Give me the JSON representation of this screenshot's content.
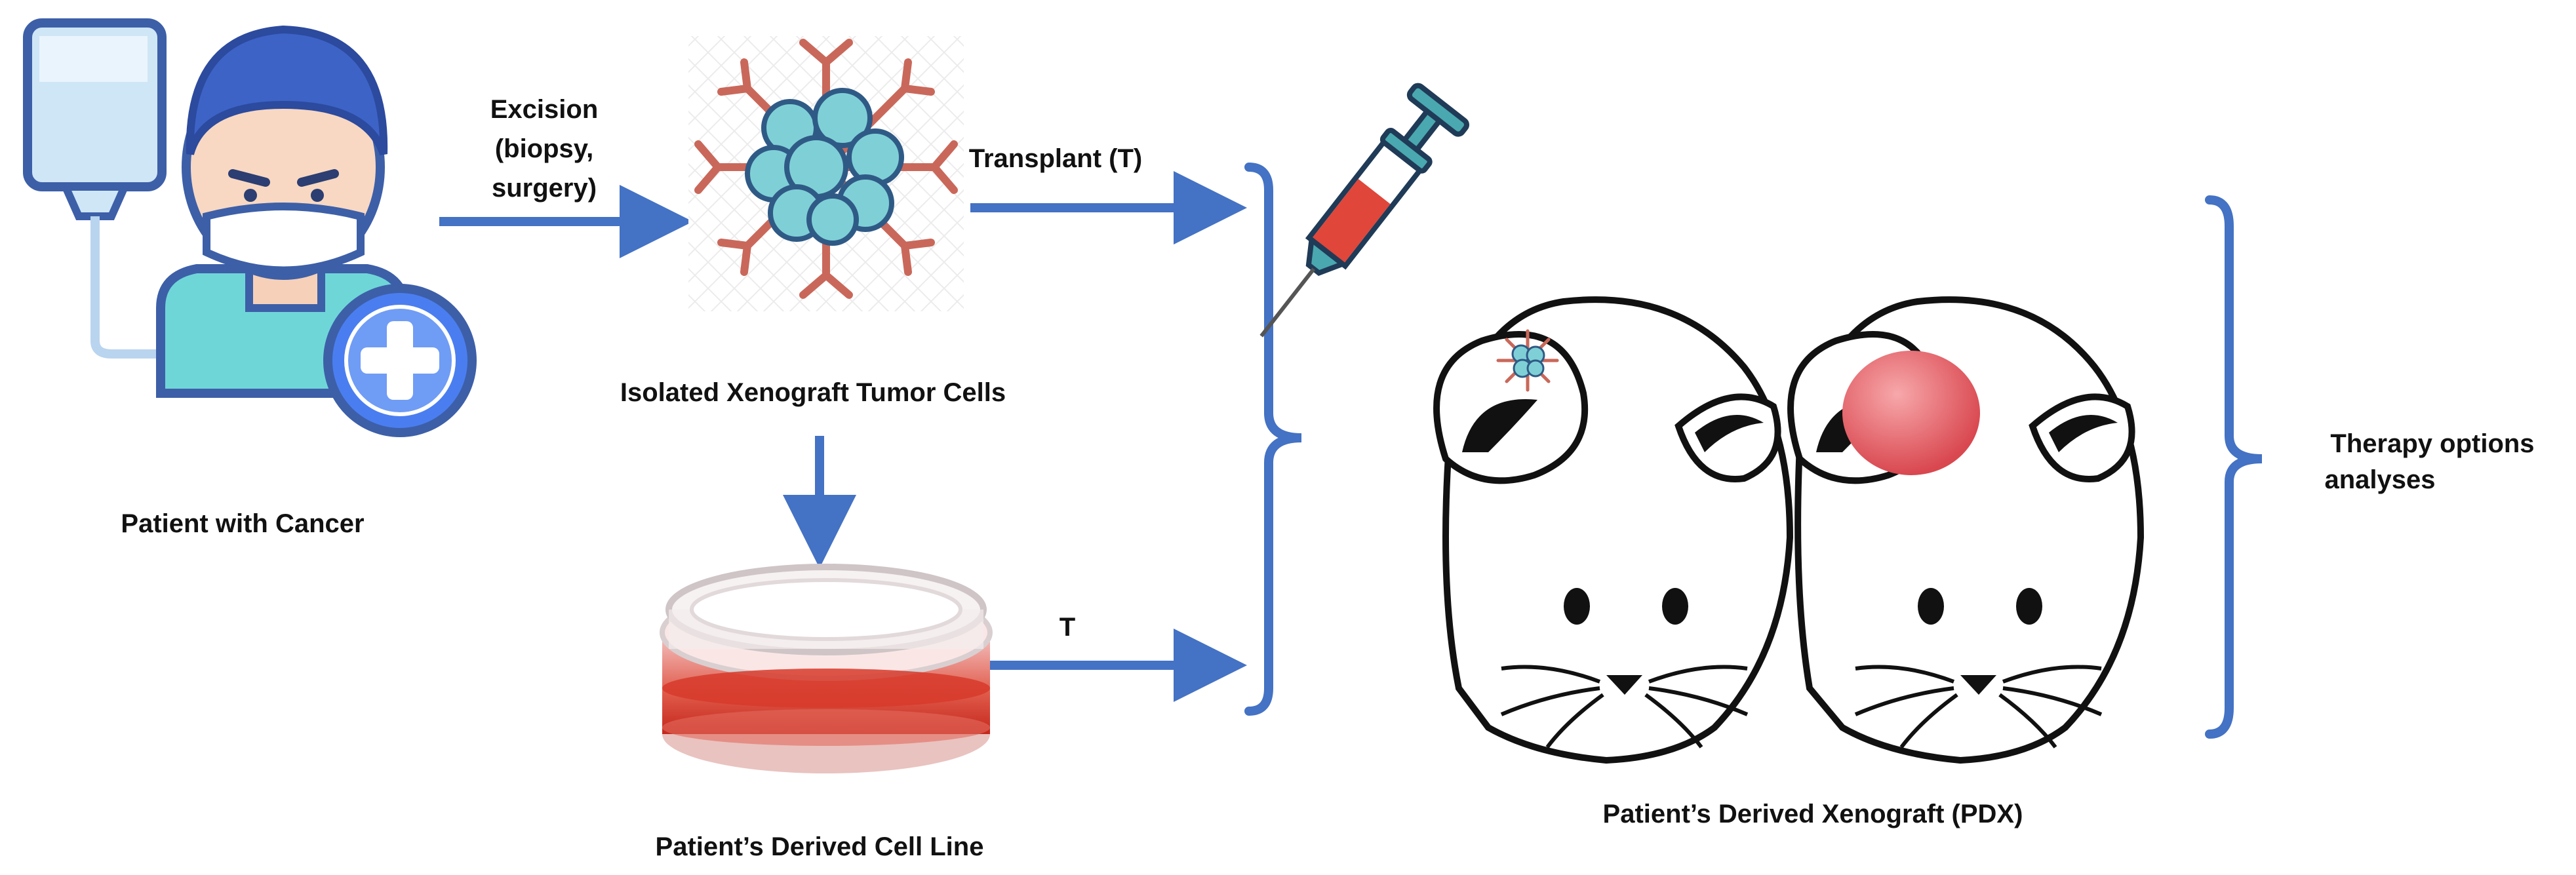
{
  "labels": {
    "patient": "Patient with Cancer",
    "excision_line1": "Excision",
    "excision_line2": "(biopsy,",
    "excision_line3": "surgery)",
    "tumor_cells": "Isolated Xenograft Tumor Cells",
    "transplant": "Transplant (T)",
    "transplant_short": "T",
    "cell_line": "Patient’s Derived Cell Line",
    "pdx": "Patient’s Derived Xenograft (PDX)",
    "therapy_line1": "Therapy options",
    "therapy_line2": "analyses"
  },
  "icons": {
    "patient": "patient-with-iv-drip-icon",
    "tumor": "tumor-cell-cluster-icon",
    "dish": "petri-dish-icon",
    "syringe": "syringe-icon",
    "mouse_injected": "mouse-head-icon",
    "mouse_tumor": "mouse-head-with-tumor-icon"
  },
  "colors": {
    "arrow": "#4472c4",
    "bracket": "#4472c4",
    "tumor_cell": "#7fd0d6",
    "tumor_spike": "#e07a6a",
    "patient_shirt": "#6fd6d8",
    "patient_hair": "#3d63c7",
    "medical_cross": "#4a7ef0",
    "tumor_mass": "#e8686e",
    "dish_medium": "#d93a2a"
  }
}
